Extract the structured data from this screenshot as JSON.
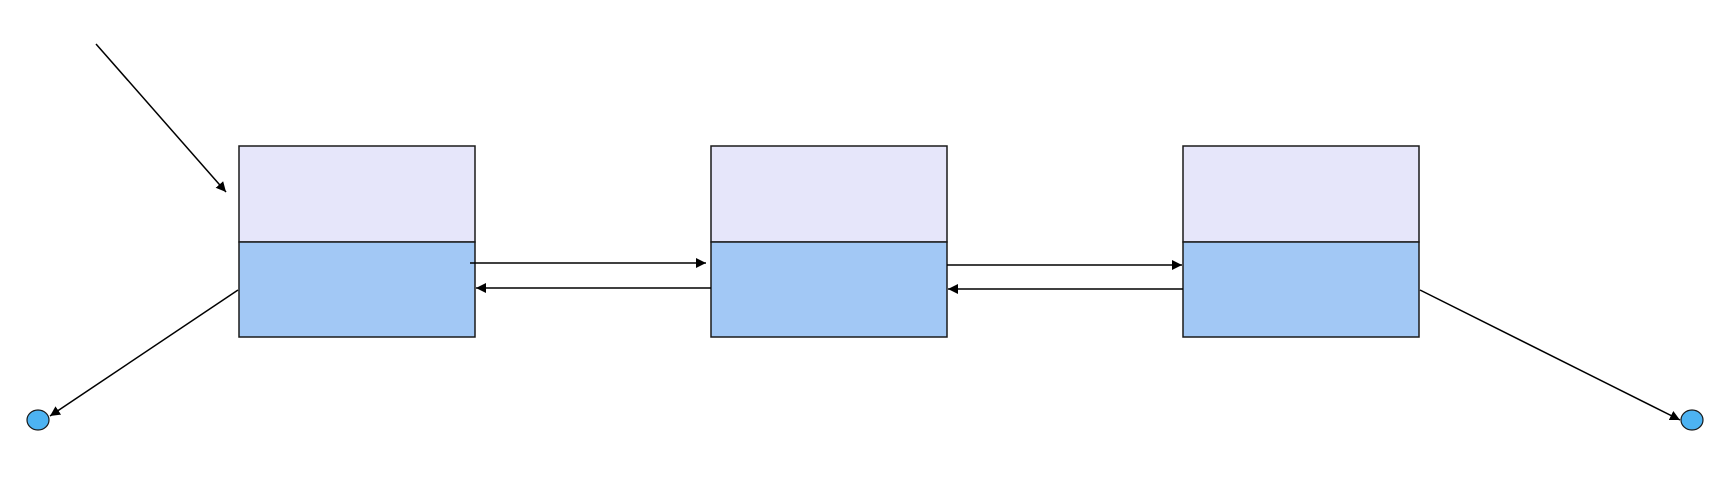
{
  "diagram": {
    "type": "doubly-linked-list",
    "node_count": 3,
    "nodes": [
      {
        "id": "node-1",
        "label": ""
      },
      {
        "id": "node-2",
        "label": ""
      },
      {
        "id": "node-3",
        "label": ""
      }
    ],
    "links": [
      {
        "from": "head-pointer",
        "to": "node-1",
        "direction": "forward"
      },
      {
        "from": "node-1",
        "to": "node-2",
        "direction": "forward"
      },
      {
        "from": "node-2",
        "to": "node-1",
        "direction": "backward"
      },
      {
        "from": "node-2",
        "to": "node-3",
        "direction": "forward"
      },
      {
        "from": "node-3",
        "to": "node-2",
        "direction": "backward"
      },
      {
        "from": "node-1",
        "to": "null-left",
        "direction": "backward"
      },
      {
        "from": "node-3",
        "to": "null-right",
        "direction": "forward"
      }
    ],
    "terminators": [
      {
        "id": "null-left"
      },
      {
        "id": "null-right"
      }
    ],
    "colors": {
      "node_top": "#e6e6fa",
      "node_bottom": "#a2c8f5",
      "outline": "#1a1a1a",
      "terminator": "#4db3f2",
      "background": "#ffffff"
    }
  }
}
